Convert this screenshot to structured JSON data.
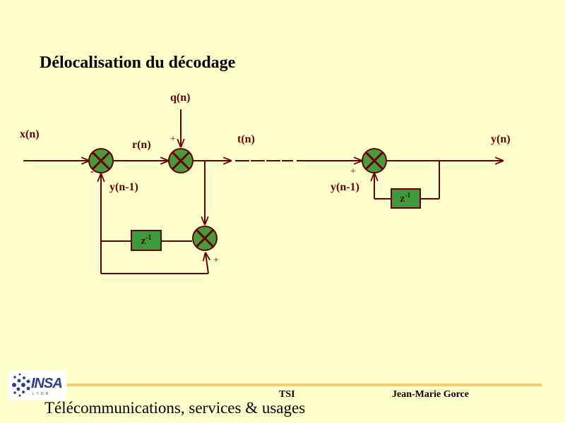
{
  "title": "Délocalisation du décodage",
  "labels": {
    "q_n": "q(n)",
    "x_n": "x(n)",
    "r_n": "r(n)",
    "t_n": "t(n)",
    "y_n": "y(n)",
    "y_n1_left": "y(n-1)",
    "y_n1_right": "y(n-1)"
  },
  "delay_left": "z-1",
  "delay_right": "z-1",
  "signs": {
    "minus_first": "-",
    "plus_second": "+",
    "plus_third": "+",
    "plus_right": "+"
  },
  "footer": {
    "logo": "INSA",
    "logo_sub": "LYON",
    "course": "TSI",
    "author": "Jean-Marie Gorce",
    "department": "Télécommunications, services & usages"
  },
  "colors": {
    "background": "#ffffcc",
    "wire": "#660000",
    "adder_fill": "#4a9a3a",
    "delay_fill": "#3c9a3c",
    "footer_bar": "#f7c96a"
  }
}
